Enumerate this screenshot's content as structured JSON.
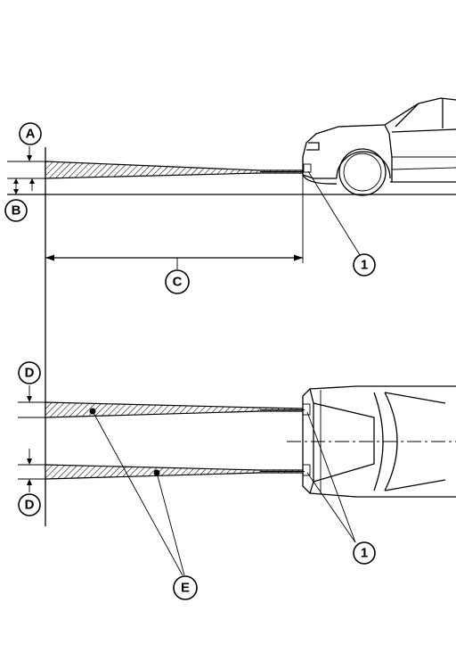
{
  "callouts": {
    "a": "A",
    "b": "B",
    "c": "C",
    "d_upper": "D",
    "d_lower": "D",
    "e": "E",
    "one_side": "1",
    "one_top": "1"
  }
}
